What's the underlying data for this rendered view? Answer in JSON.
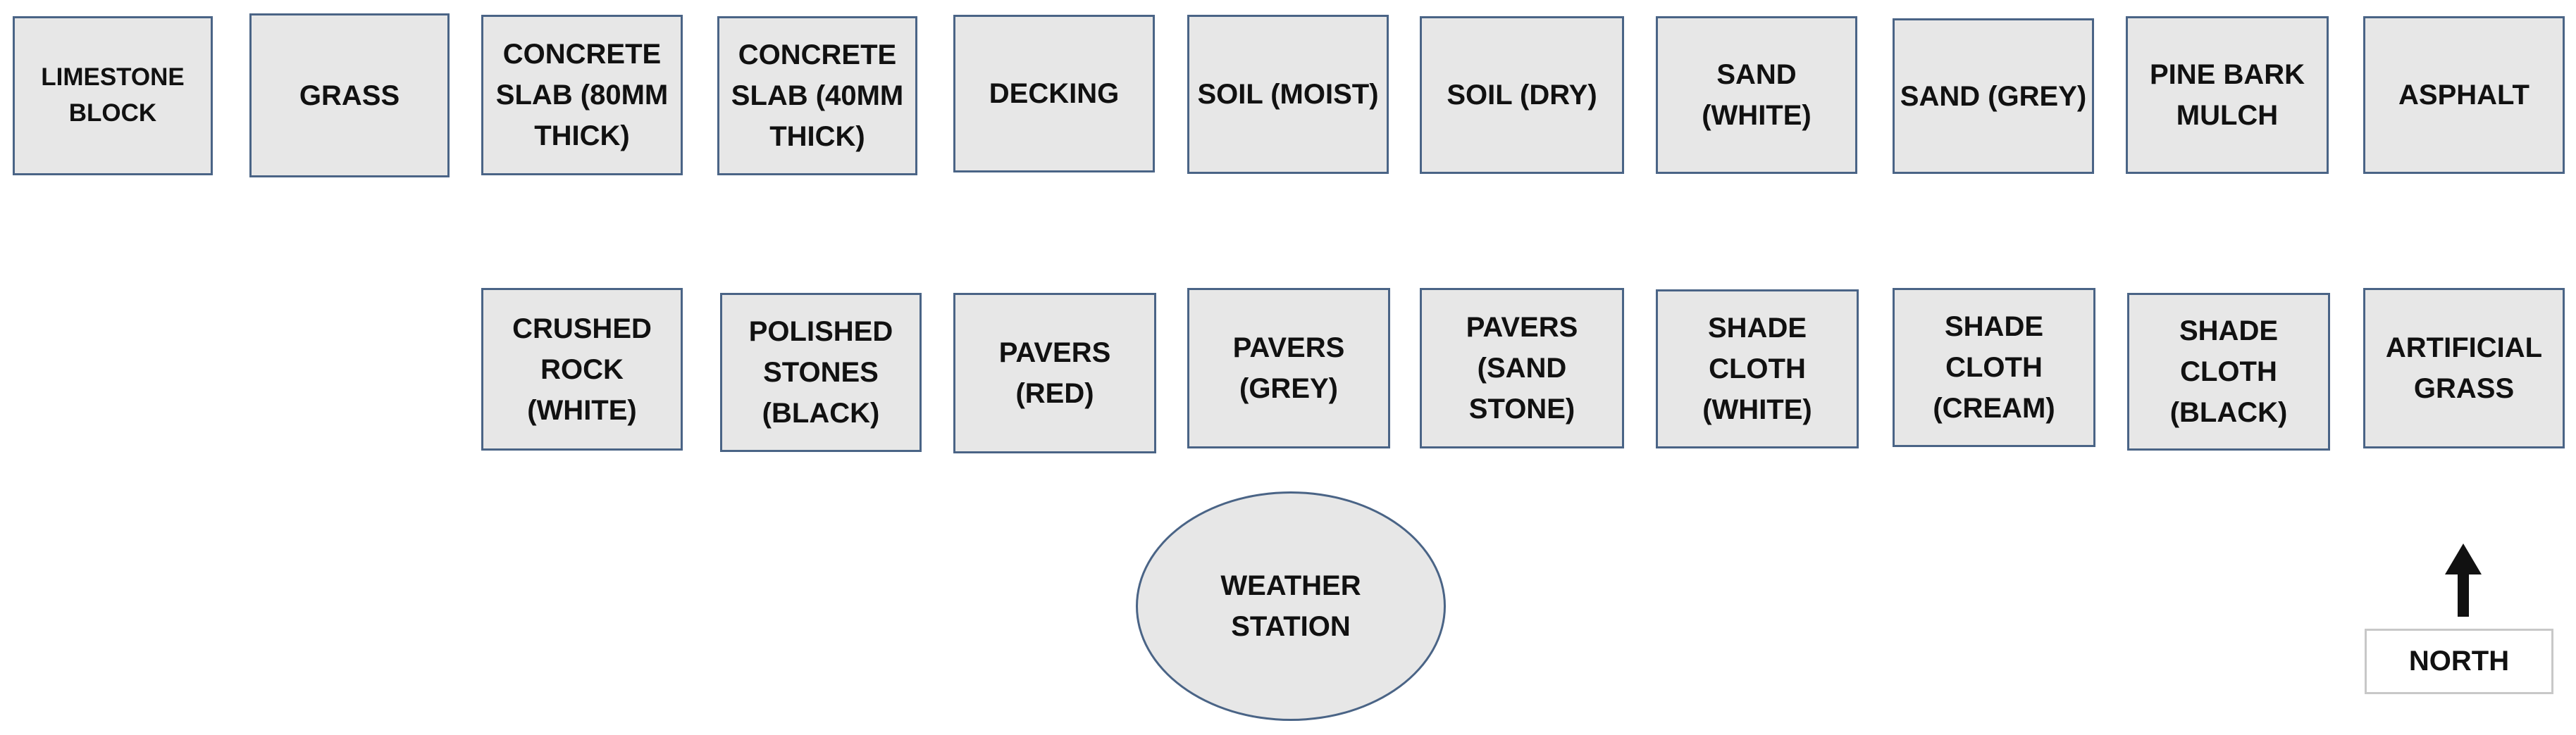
{
  "colors": {
    "plot_fill": "#e7e7e7",
    "plot_border": "#4a6486",
    "north_border": "#c8c8c8",
    "text": "#111111"
  },
  "row1": [
    {
      "label": "LIMESTONE\nBLOCK"
    },
    {
      "label": "GRASS"
    },
    {
      "label": "CONCRETE\nSLAB (80MM\nTHICK)"
    },
    {
      "label": "CONCRETE\nSLAB (40MM\nTHICK)"
    },
    {
      "label": "DECKING"
    },
    {
      "label": "SOIL (MOIST)"
    },
    {
      "label": "SOIL (DRY)"
    },
    {
      "label": "SAND (WHITE)"
    },
    {
      "label": "SAND (GREY)"
    },
    {
      "label": "PINE BARK\nMULCH"
    },
    {
      "label": "ASPHALT"
    }
  ],
  "row2": [
    {
      "label": "CRUSHED\nROCK (WHITE)"
    },
    {
      "label": "POLISHED\nSTONES\n(BLACK)"
    },
    {
      "label": "PAVERS (RED)"
    },
    {
      "label": "PAVERS\n(GREY)"
    },
    {
      "label": "PAVERS\n(SAND STONE)"
    },
    {
      "label": "SHADE CLOTH\n(WHITE)"
    },
    {
      "label": "SHADE CLOTH\n(CREAM)"
    },
    {
      "label": "SHADE CLOTH\n(BLACK)"
    },
    {
      "label": "ARTIFICIAL\nGRASS"
    }
  ],
  "weather_station": {
    "label": "WEATHER\nSTATION"
  },
  "north": {
    "label": "NORTH",
    "icon": "arrow-up-icon"
  }
}
